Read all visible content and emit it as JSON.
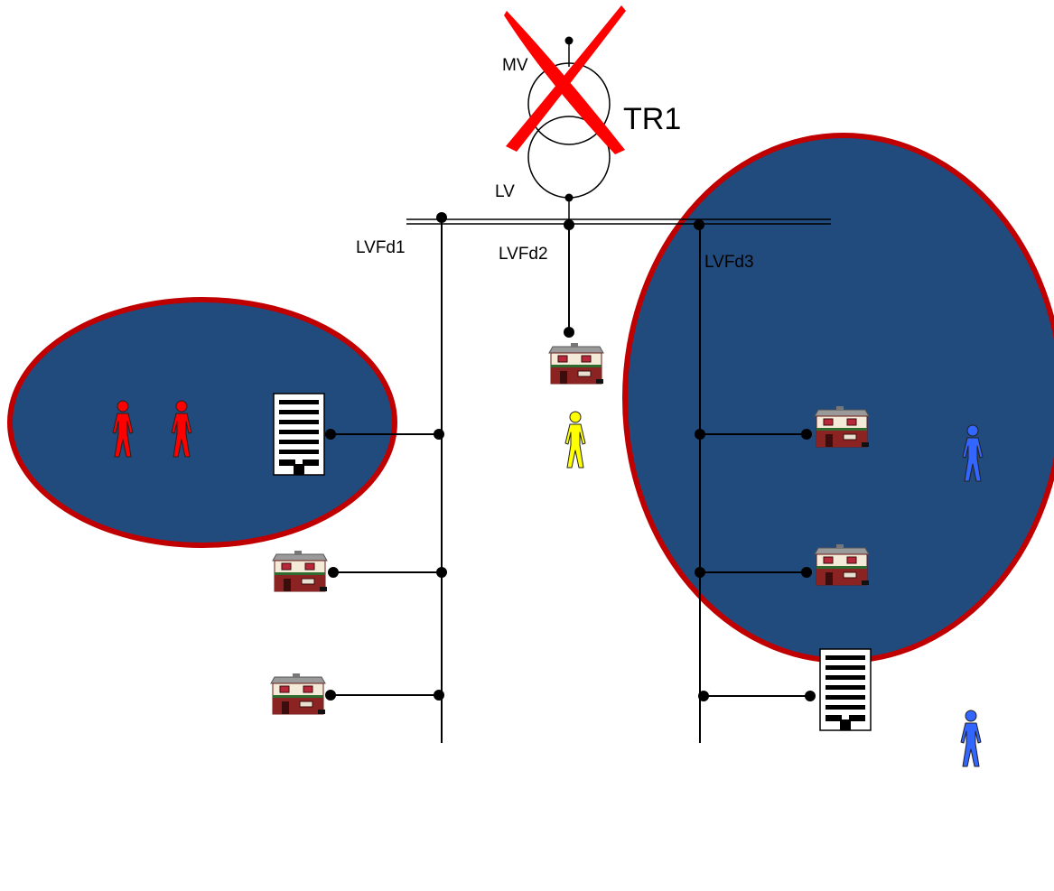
{
  "transformer": {
    "name": "TR1",
    "mv_label": "MV",
    "lv_label": "LV",
    "status": "out of service"
  },
  "feeders": [
    {
      "id": "lvfd1",
      "label": "LVFd1"
    },
    {
      "id": "lvfd2",
      "label": "LVFd2"
    },
    {
      "id": "lvfd3",
      "label": "LVFd3"
    }
  ],
  "colors": {
    "island_fill": "#214a7d",
    "island_border": "#c00000",
    "fault_cross": "#ff0000",
    "person_red": "#ff0000",
    "person_yellow": "#ffff00",
    "person_blue": "#3366ff",
    "line": "#000000"
  },
  "icons": {
    "transformer": "transformer-icon",
    "fault": "cross-icon",
    "house": "house-icon",
    "apartment_building": "building-icon",
    "person": "person-icon"
  }
}
